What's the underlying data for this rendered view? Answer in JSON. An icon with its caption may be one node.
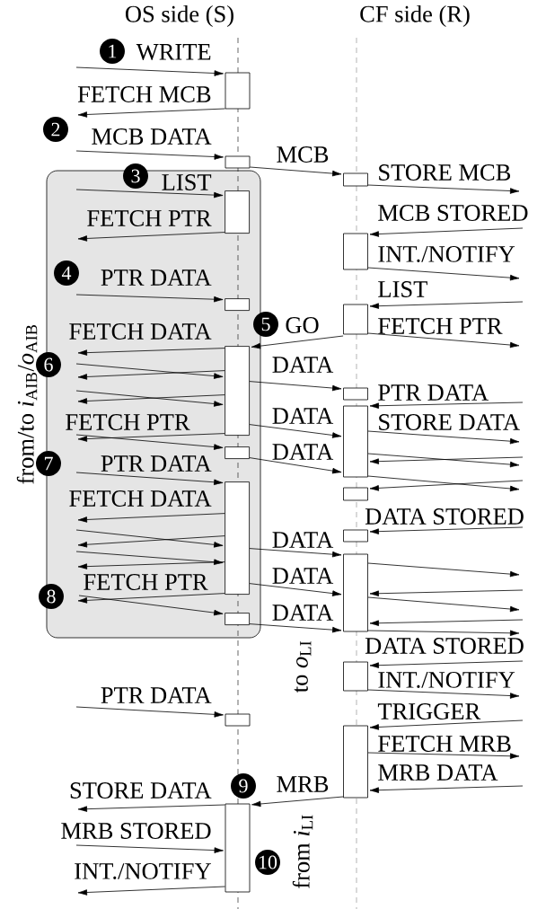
{
  "diagram": {
    "nodes": [
      {
        "text": [],
        "shape": "box"
      },
      {
        "text": [],
        "shape": "box"
      },
      {
        "text": [
          "from/to *i*$_{AIB}$/*o*$_{AIB}$"
        ]
      },
      {
        "text": [],
        "shape": "box"
      },
      {
        "text": [],
        "shape": "box",
        "in": 2
      },
      {
        "text": [],
        "shape": "box"
      },
      {
        "text": [],
        "shape": "box",
        "in": 2
      },
      {
        "text": [],
        "shape": "box"
      },
      {
        "text": [],
        "shape": "box",
        "in": 2
      },
      {
        "text": [],
        "shape": "box"
      },
      {
        "text": [],
        "shape": "box"
      },
      {
        "text": [],
        "shape": "box",
        "in": 2
      },
      {
        "text": [],
        "shape": "box",
        "in": 2
      },
      {
        "text": [],
        "shape": "box"
      },
      {
        "text": [],
        "shape": "box"
      },
      {
        "text": [],
        "shape": "box"
      },
      {
        "text": [],
        "shape": "box",
        "in": 2
      },
      {
        "text": [],
        "shape": "box"
      },
      {
        "text": [],
        "shape": "box"
      },
      {
        "text": [],
        "shape": "box"
      },
      {
        "text": [],
        "shape": "box"
      }
    ],
    "edges": [
      {
        "from": null,
        "to": 0,
        "arrow": "to",
        "label": "WRITE"
      },
      {
        "from": 0,
        "to": null,
        "arrow": "to",
        "label": "FETCH MCB"
      },
      {
        "from": null,
        "to": 1,
        "arrow": "to",
        "label": "MCB DATA"
      },
      {
        "from": 1,
        "to": 3,
        "arrow": "to",
        "label": "MCB"
      },
      {
        "from": 3,
        "to": null,
        "arrow": "to",
        "label": "STORE MCB"
      },
      {
        "from": null,
        "to": 4,
        "arrow": "to",
        "label": "LIST"
      },
      {
        "from": 4,
        "to": null,
        "arrow": "to",
        "label": "FETCH PTR"
      },
      {
        "from": null,
        "to": 5,
        "arrow": "to",
        "label": "MCB STORED"
      },
      {
        "from": 5,
        "to": null,
        "arrow": "to",
        "label": "INT./NOTIFY"
      },
      {
        "from": null,
        "to": 6,
        "arrow": "to",
        "label": "PTR DATA"
      },
      {
        "from": null,
        "to": 7,
        "arrow": "to",
        "label": "LIST"
      },
      {
        "from": 7,
        "to": null,
        "arrow": "to",
        "label": "FETCH PTR"
      },
      {
        "from": 7,
        "to": 8,
        "arrow": "to",
        "label": "GO"
      },
      {
        "from": 8,
        "to": null,
        "arrow": "to",
        "label": "FETCH DATA"
      },
      {
        "from": null,
        "to": 8,
        "arrow": "to"
      },
      {
        "from": 8,
        "to": null,
        "arrow": "to"
      },
      {
        "from": null,
        "to": 8,
        "arrow": "to"
      },
      {
        "from": 8,
        "to": null,
        "arrow": "to"
      },
      {
        "from": 8,
        "to": 9,
        "arrow": "to",
        "label": "DATA"
      },
      {
        "from": null,
        "to": 10,
        "arrow": "to",
        "label": "PTR DATA"
      },
      {
        "from": 10,
        "to": null,
        "arrow": "to",
        "label": "STORE DATA"
      },
      {
        "from": 8,
        "to": 10,
        "arrow": "to",
        "label": "DATA"
      },
      {
        "from": 8,
        "to": null,
        "arrow": "to",
        "label": "FETCH PTR"
      },
      {
        "from": null,
        "to": 11,
        "arrow": "to"
      },
      {
        "from": 11,
        "to": 10,
        "arrow": "to",
        "label": "DATA"
      },
      {
        "from": 10,
        "to": null,
        "arrow": "to"
      },
      {
        "from": null,
        "to": 10,
        "arrow": "to"
      },
      {
        "from": 10,
        "to": null,
        "arrow": "to"
      },
      {
        "from": null,
        "to": 13,
        "arrow": "to"
      },
      {
        "from": null,
        "to": 12,
        "arrow": "to",
        "label": "PTR DATA"
      },
      {
        "from": 12,
        "to": null,
        "arrow": "to",
        "label": "FETCH DATA"
      },
      {
        "from": null,
        "to": 14,
        "arrow": "to",
        "label": "DATA STORED"
      },
      {
        "from": null,
        "to": 12,
        "arrow": "to"
      },
      {
        "from": 12,
        "to": null,
        "arrow": "to"
      },
      {
        "from": null,
        "to": 12,
        "arrow": "to"
      },
      {
        "from": 12,
        "to": null,
        "arrow": "to"
      },
      {
        "from": 12,
        "to": 15,
        "arrow": "to",
        "label": "DATA"
      },
      {
        "from": 15,
        "to": null,
        "arrow": "to"
      },
      {
        "from": null,
        "to": 15,
        "arrow": "to"
      },
      {
        "from": 15,
        "to": null,
        "arrow": "to"
      },
      {
        "from": null,
        "to": 15,
        "arrow": "to"
      },
      {
        "from": 15,
        "to": null,
        "arrow": "to"
      },
      {
        "from": 12,
        "to": 15,
        "arrow": "to",
        "label": "DATA"
      },
      {
        "from": 12,
        "to": null,
        "arrow": "to",
        "label": "FETCH PTR"
      },
      {
        "from": null,
        "to": 16,
        "arrow": "to"
      },
      {
        "from": 16,
        "to": 15,
        "arrow": "to",
        "label": "DATA"
      },
      {
        "from": null,
        "to": 17,
        "arrow": "to",
        "label": "DATA STORED"
      },
      {
        "from": 17,
        "to": null,
        "arrow": "to",
        "label": "INT./NOTIFY"
      },
      {
        "from": null,
        "to": 19,
        "arrow": "to",
        "label": "TRIGGER"
      },
      {
        "from": null,
        "to": 18,
        "arrow": "to",
        "label": "PTR DATA"
      },
      {
        "from": 19,
        "to": null,
        "arrow": "to",
        "label": "FETCH MRB"
      },
      {
        "from": null,
        "to": 19,
        "arrow": "to",
        "label": "MRB DATA"
      },
      {
        "from": 19,
        "to": 20,
        "arrow": "to",
        "label": "MRB"
      },
      {
        "from": 20,
        "to": null,
        "arrow": "to",
        "label": "STORE DATA"
      },
      {
        "from": null,
        "to": 20,
        "arrow": "to",
        "label": "MRB STORED"
      },
      {
        "from": 20,
        "to": null,
        "arrow": "to",
        "label": "INT./NOTIFY"
      }
    ],
    "labels": [
      "OS side (S)",
      "CF side (R)",
      "1",
      "2",
      "3",
      "4",
      "5",
      "6",
      "7",
      "8",
      "9",
      "10",
      "to *o*$_{LI}$",
      "from *i*$_{LI}$"
    ]
  }
}
